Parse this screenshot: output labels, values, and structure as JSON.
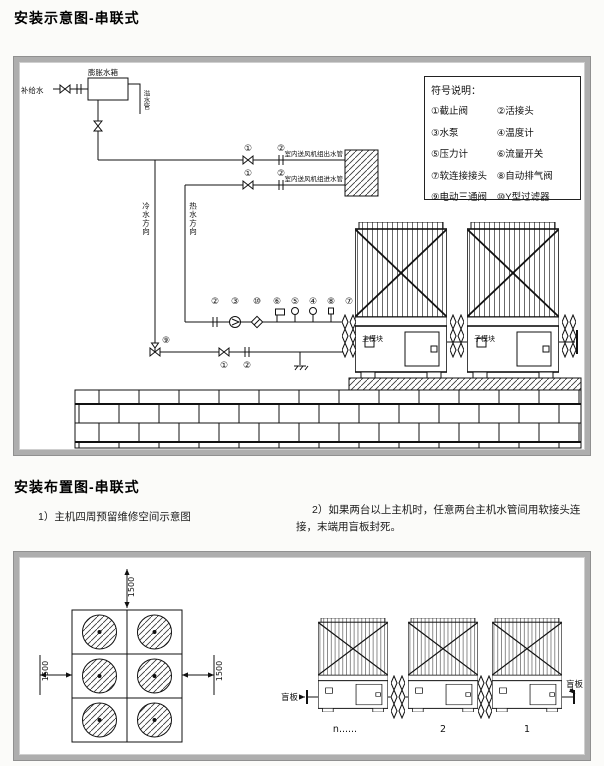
{
  "page": {
    "section1_title": "安装示意图-串联式",
    "section2_title": "安装布置图-串联式",
    "note1": "1）主机四周预留维修空间示意图",
    "note2_line1": "2）如果两台以上主机时，任意两台主机水管间用软接头连",
    "note2_line2": "接，末端用盲板封死。"
  },
  "legend": {
    "title": "符号说明：",
    "items": [
      "①截止阀",
      "②活接头",
      "③水泵",
      "④温度计",
      "⑤压力计",
      "⑥流量开关",
      "⑦软连接接头",
      "⑧自动排气阀",
      "⑨电动三通阀",
      "⑩Y型过滤器"
    ]
  },
  "schematic": {
    "labels": {
      "makeup_water": "补给水",
      "expansion_tank": "膨胀水箱",
      "overflow_pipe": "溢水管",
      "outlet_pipe": "室内送风机组出水管",
      "inlet_pipe": "室内送风机组进水管",
      "cold_direction": "冷水方向",
      "hot_direction": "热水方向",
      "main_module": "主模块",
      "sub_module": "子模块"
    },
    "callouts": {
      "c1": "①",
      "c2": "②",
      "c3": "③",
      "c4": "④",
      "c5": "⑤",
      "c6": "⑥",
      "c7": "⑦",
      "c8": "⑧",
      "c9": "⑨",
      "c10": "⑩"
    }
  },
  "layout_plan": {
    "dim_top": "1500",
    "dim_left": "1500",
    "dim_right": "1500"
  },
  "layout_units": {
    "blind_plate_left": "盲板",
    "blind_plate_right": "盲板",
    "unit_n": "n......",
    "unit_2": "2",
    "unit_1": "1"
  }
}
